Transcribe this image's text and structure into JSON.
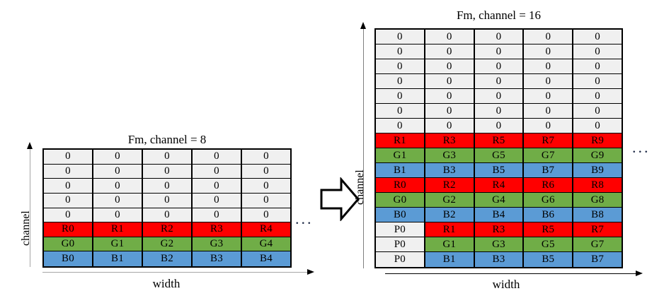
{
  "figure": {
    "title_left": "Fm, channel = 8",
    "title_right": "Fm, channel = 16",
    "axis_channel_label": "channel",
    "axis_width_label": "width",
    "ellipsis": "...",
    "arrow_icon": "block-arrow-right-icon",
    "colors": {
      "red": "#ff0000",
      "green": "#70ad47",
      "blue": "#5b9bd5",
      "zero": "#f0f0f0",
      "border": "#000000",
      "background": "#ffffff"
    }
  },
  "left_table": {
    "columns": 5,
    "rows": 8,
    "grid": [
      [
        {
          "t": "0",
          "k": "zero"
        },
        {
          "t": "0",
          "k": "zero"
        },
        {
          "t": "0",
          "k": "zero"
        },
        {
          "t": "0",
          "k": "zero"
        },
        {
          "t": "0",
          "k": "zero"
        }
      ],
      [
        {
          "t": "0",
          "k": "zero"
        },
        {
          "t": "0",
          "k": "zero"
        },
        {
          "t": "0",
          "k": "zero"
        },
        {
          "t": "0",
          "k": "zero"
        },
        {
          "t": "0",
          "k": "zero"
        }
      ],
      [
        {
          "t": "0",
          "k": "zero"
        },
        {
          "t": "0",
          "k": "zero"
        },
        {
          "t": "0",
          "k": "zero"
        },
        {
          "t": "0",
          "k": "zero"
        },
        {
          "t": "0",
          "k": "zero"
        }
      ],
      [
        {
          "t": "0",
          "k": "zero"
        },
        {
          "t": "0",
          "k": "zero"
        },
        {
          "t": "0",
          "k": "zero"
        },
        {
          "t": "0",
          "k": "zero"
        },
        {
          "t": "0",
          "k": "zero"
        }
      ],
      [
        {
          "t": "0",
          "k": "zero"
        },
        {
          "t": "0",
          "k": "zero"
        },
        {
          "t": "0",
          "k": "zero"
        },
        {
          "t": "0",
          "k": "zero"
        },
        {
          "t": "0",
          "k": "zero"
        }
      ],
      [
        {
          "t": "R0",
          "k": "red"
        },
        {
          "t": "R1",
          "k": "red"
        },
        {
          "t": "R2",
          "k": "red"
        },
        {
          "t": "R3",
          "k": "red"
        },
        {
          "t": "R4",
          "k": "red"
        }
      ],
      [
        {
          "t": "G0",
          "k": "green"
        },
        {
          "t": "G1",
          "k": "green"
        },
        {
          "t": "G2",
          "k": "green"
        },
        {
          "t": "G3",
          "k": "green"
        },
        {
          "t": "G4",
          "k": "green"
        }
      ],
      [
        {
          "t": "B0",
          "k": "blue"
        },
        {
          "t": "B1",
          "k": "blue"
        },
        {
          "t": "B2",
          "k": "blue"
        },
        {
          "t": "B3",
          "k": "blue"
        },
        {
          "t": "B4",
          "k": "blue"
        }
      ]
    ]
  },
  "right_table": {
    "columns": 5,
    "rows": 16,
    "grid": [
      [
        {
          "t": "0",
          "k": "zero"
        },
        {
          "t": "0",
          "k": "zero"
        },
        {
          "t": "0",
          "k": "zero"
        },
        {
          "t": "0",
          "k": "zero"
        },
        {
          "t": "0",
          "k": "zero"
        }
      ],
      [
        {
          "t": "0",
          "k": "zero"
        },
        {
          "t": "0",
          "k": "zero"
        },
        {
          "t": "0",
          "k": "zero"
        },
        {
          "t": "0",
          "k": "zero"
        },
        {
          "t": "0",
          "k": "zero"
        }
      ],
      [
        {
          "t": "0",
          "k": "zero"
        },
        {
          "t": "0",
          "k": "zero"
        },
        {
          "t": "0",
          "k": "zero"
        },
        {
          "t": "0",
          "k": "zero"
        },
        {
          "t": "0",
          "k": "zero"
        }
      ],
      [
        {
          "t": "0",
          "k": "zero"
        },
        {
          "t": "0",
          "k": "zero"
        },
        {
          "t": "0",
          "k": "zero"
        },
        {
          "t": "0",
          "k": "zero"
        },
        {
          "t": "0",
          "k": "zero"
        }
      ],
      [
        {
          "t": "0",
          "k": "zero"
        },
        {
          "t": "0",
          "k": "zero"
        },
        {
          "t": "0",
          "k": "zero"
        },
        {
          "t": "0",
          "k": "zero"
        },
        {
          "t": "0",
          "k": "zero"
        }
      ],
      [
        {
          "t": "0",
          "k": "zero"
        },
        {
          "t": "0",
          "k": "zero"
        },
        {
          "t": "0",
          "k": "zero"
        },
        {
          "t": "0",
          "k": "zero"
        },
        {
          "t": "0",
          "k": "zero"
        }
      ],
      [
        {
          "t": "0",
          "k": "zero"
        },
        {
          "t": "0",
          "k": "zero"
        },
        {
          "t": "0",
          "k": "zero"
        },
        {
          "t": "0",
          "k": "zero"
        },
        {
          "t": "0",
          "k": "zero"
        }
      ],
      [
        {
          "t": "R1",
          "k": "red"
        },
        {
          "t": "R3",
          "k": "red"
        },
        {
          "t": "R5",
          "k": "red"
        },
        {
          "t": "R7",
          "k": "red"
        },
        {
          "t": "R9",
          "k": "red"
        }
      ],
      [
        {
          "t": "G1",
          "k": "green"
        },
        {
          "t": "G3",
          "k": "green"
        },
        {
          "t": "G5",
          "k": "green"
        },
        {
          "t": "G7",
          "k": "green"
        },
        {
          "t": "G9",
          "k": "green"
        }
      ],
      [
        {
          "t": "B1",
          "k": "blue"
        },
        {
          "t": "B3",
          "k": "blue"
        },
        {
          "t": "B5",
          "k": "blue"
        },
        {
          "t": "B7",
          "k": "blue"
        },
        {
          "t": "B9",
          "k": "blue"
        }
      ],
      [
        {
          "t": "R0",
          "k": "red"
        },
        {
          "t": "R2",
          "k": "red"
        },
        {
          "t": "R4",
          "k": "red"
        },
        {
          "t": "R6",
          "k": "red"
        },
        {
          "t": "R8",
          "k": "red"
        }
      ],
      [
        {
          "t": "G0",
          "k": "green"
        },
        {
          "t": "G2",
          "k": "green"
        },
        {
          "t": "G4",
          "k": "green"
        },
        {
          "t": "G6",
          "k": "green"
        },
        {
          "t": "G8",
          "k": "green"
        }
      ],
      [
        {
          "t": "B0",
          "k": "blue"
        },
        {
          "t": "B2",
          "k": "blue"
        },
        {
          "t": "B4",
          "k": "blue"
        },
        {
          "t": "B6",
          "k": "blue"
        },
        {
          "t": "B8",
          "k": "blue"
        }
      ],
      [
        {
          "t": "P0",
          "k": "pad"
        },
        {
          "t": "R1",
          "k": "red"
        },
        {
          "t": "R3",
          "k": "red"
        },
        {
          "t": "R5",
          "k": "red"
        },
        {
          "t": "R7",
          "k": "red"
        }
      ],
      [
        {
          "t": "P0",
          "k": "pad"
        },
        {
          "t": "G1",
          "k": "green"
        },
        {
          "t": "G3",
          "k": "green"
        },
        {
          "t": "G5",
          "k": "green"
        },
        {
          "t": "G7",
          "k": "green"
        }
      ],
      [
        {
          "t": "P0",
          "k": "pad"
        },
        {
          "t": "B1",
          "k": "blue"
        },
        {
          "t": "B3",
          "k": "blue"
        },
        {
          "t": "B5",
          "k": "blue"
        },
        {
          "t": "B7",
          "k": "blue"
        }
      ]
    ]
  }
}
